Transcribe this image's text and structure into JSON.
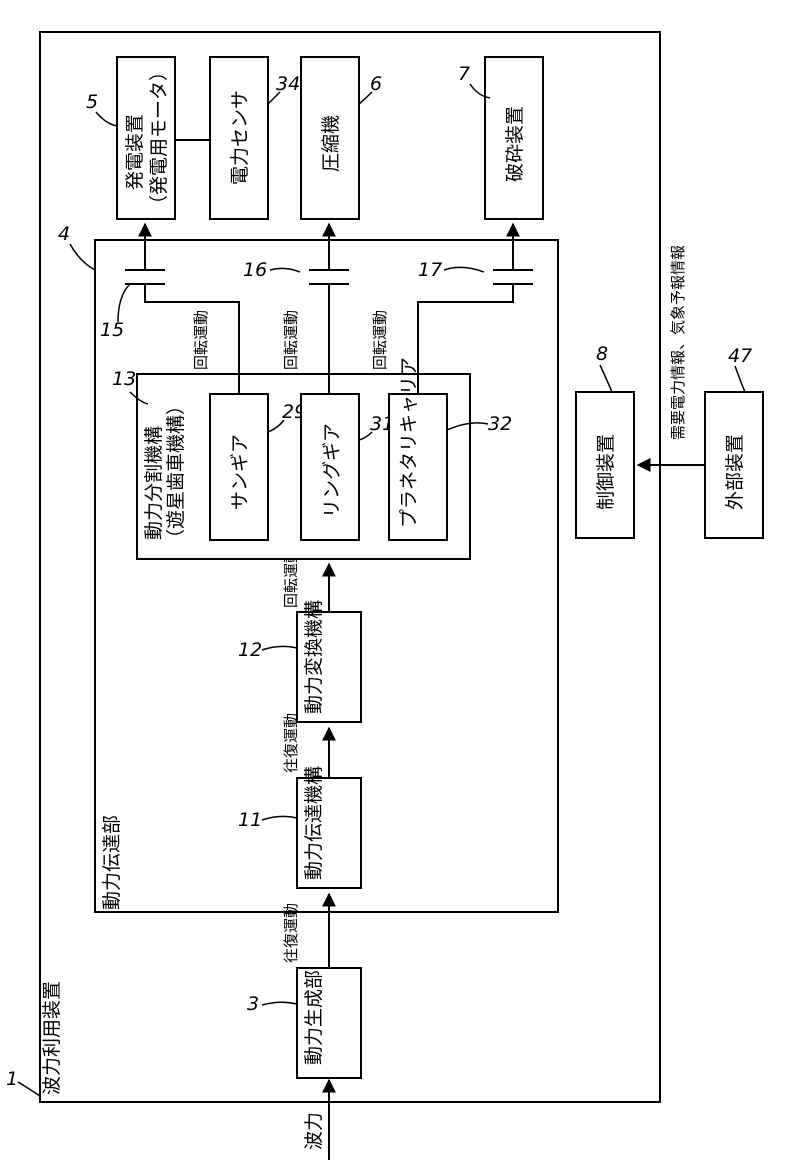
{
  "labels": {
    "device": "波力利用装置",
    "transmission": "動力伝達部",
    "gen_unit": "動力生成部",
    "trans_mech": "動力伝達機構",
    "conv_mech": "動力変換機構",
    "split_mech": "動力分割機構",
    "split_mech_sub": "（遊星歯車機構）",
    "sun_gear": "サンギア",
    "ring_gear": "リングギア",
    "carrier": "プラネタリキャリア",
    "generator": "発電装置",
    "generator_sub": "（発電用モータ）",
    "power_sensor": "電力センサ",
    "compressor": "圧縮機",
    "crusher": "破砕装置",
    "controller": "制御装置",
    "external": "外部装置",
    "wave_power": "波力",
    "reciprocating": "往復運動",
    "rotation": "回転運動",
    "info": "需要電力情報、気象予報情報"
  },
  "refs": {
    "r1": "1",
    "r3": "3",
    "r4": "4",
    "r5": "5",
    "r6": "6",
    "r7": "7",
    "r8": "8",
    "r11": "11",
    "r12": "12",
    "r13": "13",
    "r15": "15",
    "r16": "16",
    "r17": "17",
    "r29": "29",
    "r31": "31",
    "r32": "32",
    "r34": "34",
    "r47": "47"
  }
}
